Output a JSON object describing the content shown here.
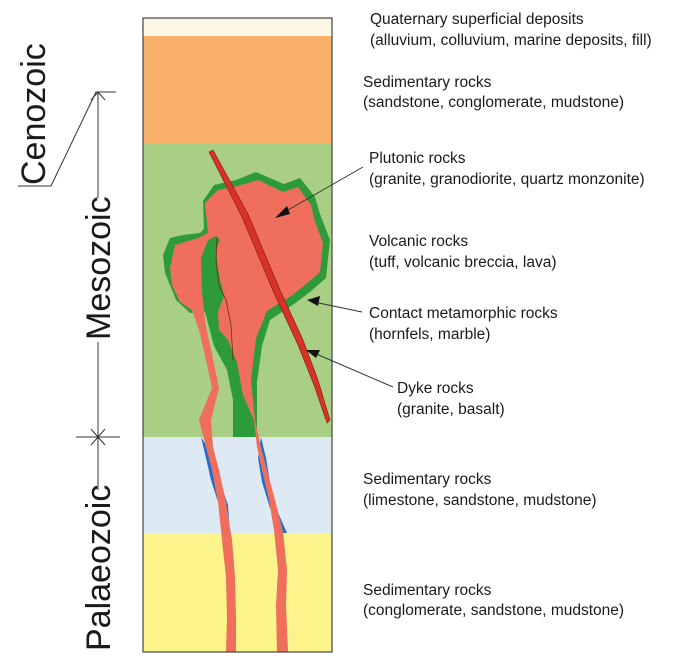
{
  "eras": {
    "cenozoic": "Cenozoic",
    "mesozoic": "Mesozoic",
    "palaeozoic": "Palaeozoic"
  },
  "layers": [
    {
      "id": "quaternary",
      "title": "Quaternary superficial deposits",
      "detail": "(alluvium, colluvium, marine deposits, fill)",
      "color": "#fdf8e6"
    },
    {
      "id": "sed-upper",
      "title": "Sedimentary rocks",
      "detail": "(sandstone, conglomerate, mudstone)",
      "color": "#f9b06a"
    },
    {
      "id": "volcanic",
      "title": "Volcanic rocks",
      "detail": "(tuff, volcanic breccia, lava)",
      "color": "#a9cf85"
    },
    {
      "id": "sed-middle",
      "title": "Sedimentary rocks",
      "detail": "(limestone, sandstone, mudstone)",
      "color": "#dde9f3"
    },
    {
      "id": "sed-lower",
      "title": "Sedimentary rocks",
      "detail": "(conglomerate, sandstone, mudstone)",
      "color": "#fbf48a"
    }
  ],
  "intrusions": [
    {
      "id": "plutonic",
      "title": "Plutonic rocks",
      "detail": "(granite, granodiorite, quartz monzonite)",
      "color": "#ef6f5c"
    },
    {
      "id": "contact",
      "title": "Contact metamorphic rocks",
      "detail": "(hornfels, marble)",
      "color": "#2e9b3a"
    },
    {
      "id": "dyke",
      "title": "Dyke rocks",
      "detail": "(granite, basalt)",
      "color": "#d83226"
    }
  ],
  "contact_blue": "#1f6fd0"
}
